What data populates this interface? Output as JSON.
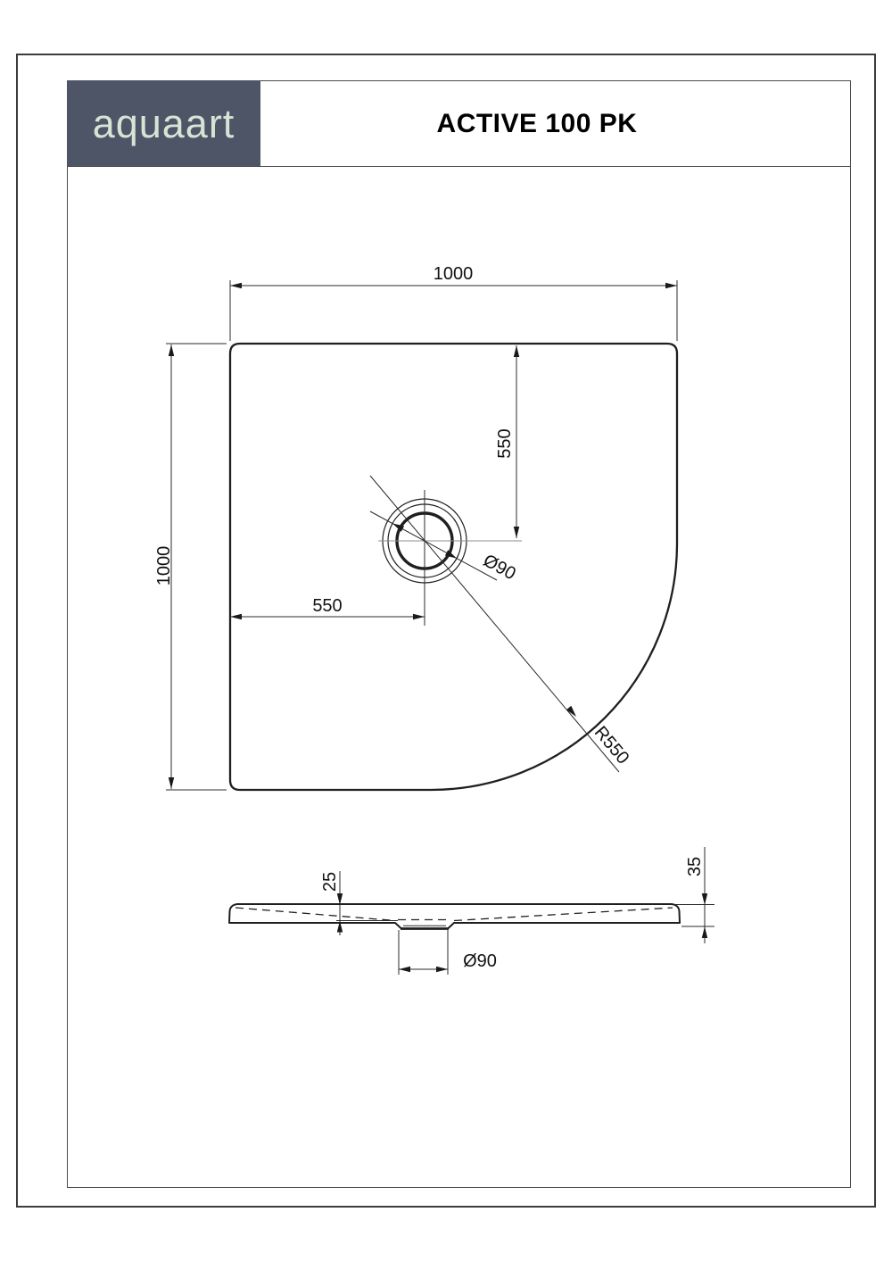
{
  "header": {
    "logo_text": "aquaart",
    "title": "ACTIVE 100 PK"
  },
  "colors": {
    "logo_background": "#4e5566",
    "logo_text": "#d6e4d6",
    "drawing_lines": "#1f1f1f"
  },
  "plan_view": {
    "dim_width": "1000",
    "dim_height": "1000",
    "dim_drain_from_top": "550",
    "dim_drain_from_left": "550",
    "dim_drain_diameter": "Ø90",
    "dim_corner_radius": "R550"
  },
  "section_view": {
    "dim_basin_depth": "25",
    "dim_edge_height": "35",
    "dim_drain_diameter": "Ø90"
  }
}
